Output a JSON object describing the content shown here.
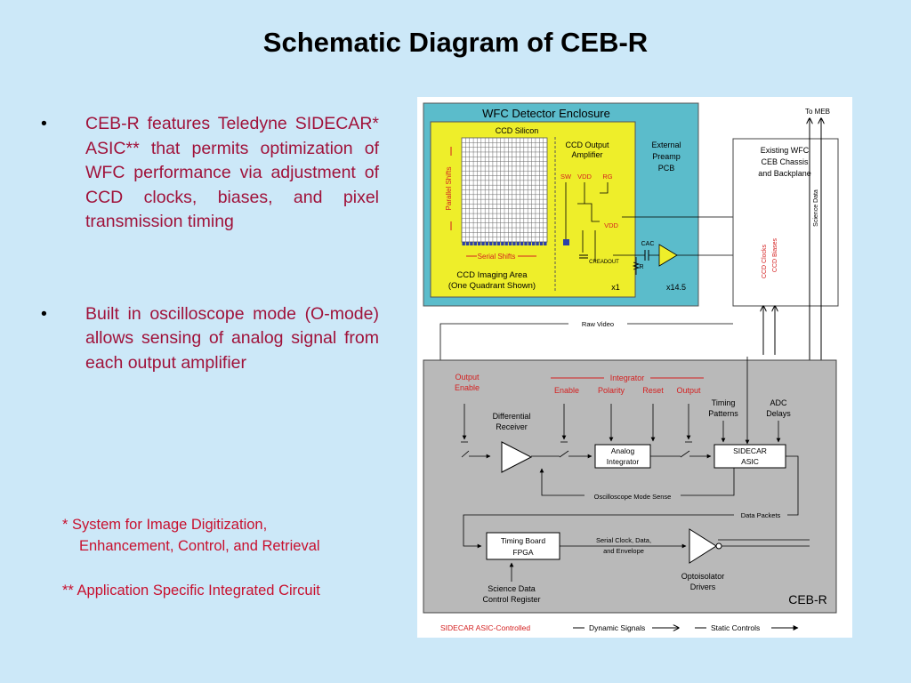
{
  "slide": {
    "title": "Schematic Diagram of CEB-R",
    "bullets": [
      {
        "marker": "•",
        "text": "CEB-R features Teledyne SIDECAR* ASIC** that permits optimization of WFC performance via adjustment of CCD clocks, biases, and pixel transmission timing"
      },
      {
        "marker": "•",
        "text": "Built in oscilloscope mode (O-mode) allows sensing of analog signal from each output amplifier"
      }
    ],
    "footnotes": [
      "* System for Image Digitization,",
      "Enhancement, Control, and Retrieval",
      "** Application Specific Integrated Circuit"
    ]
  },
  "diagram": {
    "colors": {
      "enclosure": "#5bbccb",
      "silicon": "#eeee2a",
      "ceb": "#b9b9b9",
      "red": "#d42020",
      "pixel_blue": "#2b3fa8"
    },
    "enclosure_title": "WFC Detector Enclosure",
    "ccd_silicon": "CCD Silicon",
    "parallel_shifts": "Parallel Shifts",
    "serial_shifts": "Serial Shifts",
    "imaging_area_1": "CCD Imaging Area",
    "imaging_area_2": "(One Quadrant Shown)",
    "output_amp_1": "CCD Output",
    "output_amp_2": "Amplifier",
    "sw": "SW",
    "vdd": "VDD",
    "rg": "RG",
    "vdd2": "VDD",
    "creadout": "CREADOUT",
    "r": "R",
    "cac": "CAC",
    "x1": "x1",
    "preamp_1": "External",
    "preamp_2": "Preamp",
    "preamp_3": "PCB",
    "x14": "x14.5",
    "to_meb": "To MEB",
    "chassis_1": "Existing WFC",
    "chassis_2": "CEB Chassis",
    "chassis_3": "and Backplane",
    "science_data": "Science Data",
    "ccd_clocks": "CCD Clocks",
    "ccd_biases": "CCD Biases",
    "raw_video": "Raw Video",
    "output_enable_1": "Output",
    "output_enable_2": "Enable",
    "integrator": "Integrator",
    "int_enable": "Enable",
    "int_polarity": "Polarity",
    "int_reset": "Reset",
    "int_output": "Output",
    "timing_1": "Timing",
    "timing_2": "Patterns",
    "adc_1": "ADC",
    "adc_2": "Delays",
    "diff_1": "Differential",
    "diff_2": "Receiver",
    "analog_1": "Analog",
    "analog_2": "Integrator",
    "sidecar_1": "SIDECAR",
    "sidecar_2": "ASIC",
    "osc_sense": "Oscilloscope Mode Sense",
    "data_packets": "Data Packets",
    "timing_board_1": "Timing Board",
    "timing_board_2": "FPGA",
    "serial_1": "Serial Clock, Data,",
    "serial_2": "and Envelope",
    "opto_1": "Optoisolator",
    "opto_2": "Drivers",
    "sdcr_1": "Science Data",
    "sdcr_2": "Control Register",
    "ceb_r": "CEB-R",
    "legend_sidecar": "SIDECAR ASIC-Controlled",
    "legend_dynamic": "Dynamic Signals",
    "legend_static": "Static Controls"
  }
}
